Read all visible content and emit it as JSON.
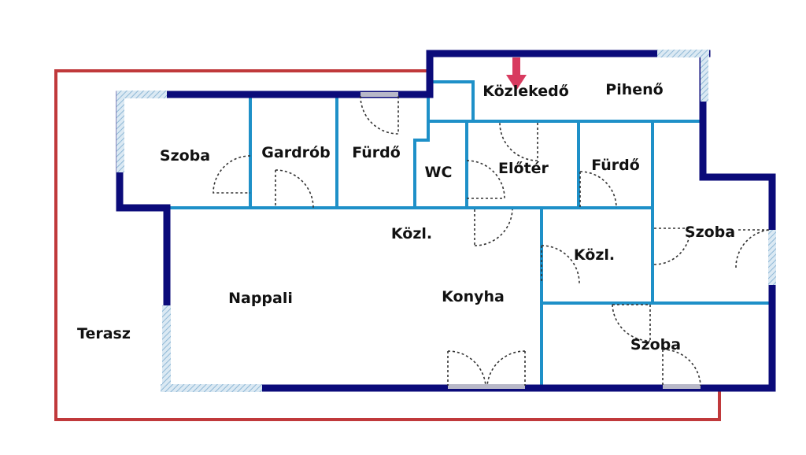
{
  "plan": {
    "colors": {
      "outer_wall": "#0b0b7a",
      "inner_wall": "#1e90c8",
      "terrace_outline": "#c0393b",
      "window": "#9cc3dd",
      "door_swing": "#333333",
      "entrance_arrow": "#d83a5f"
    },
    "rooms": {
      "szoba_1": "Szoba",
      "gardrob": "Gardrób",
      "furdo_1": "Fürdő",
      "wc": "WC",
      "eloter": "Előtér",
      "furdo_2": "Fürdő",
      "kozlekedo": "Közlekedő",
      "piheno": "Pihenő",
      "kozl_1": "Közl.",
      "kozl_2": "Közl.",
      "szoba_2": "Szoba",
      "szoba_3": "Szoba",
      "nappali": "Nappali",
      "konyha": "Konyha",
      "terasz": "Terasz"
    },
    "icons": {
      "entrance": "down-arrow-icon"
    }
  }
}
